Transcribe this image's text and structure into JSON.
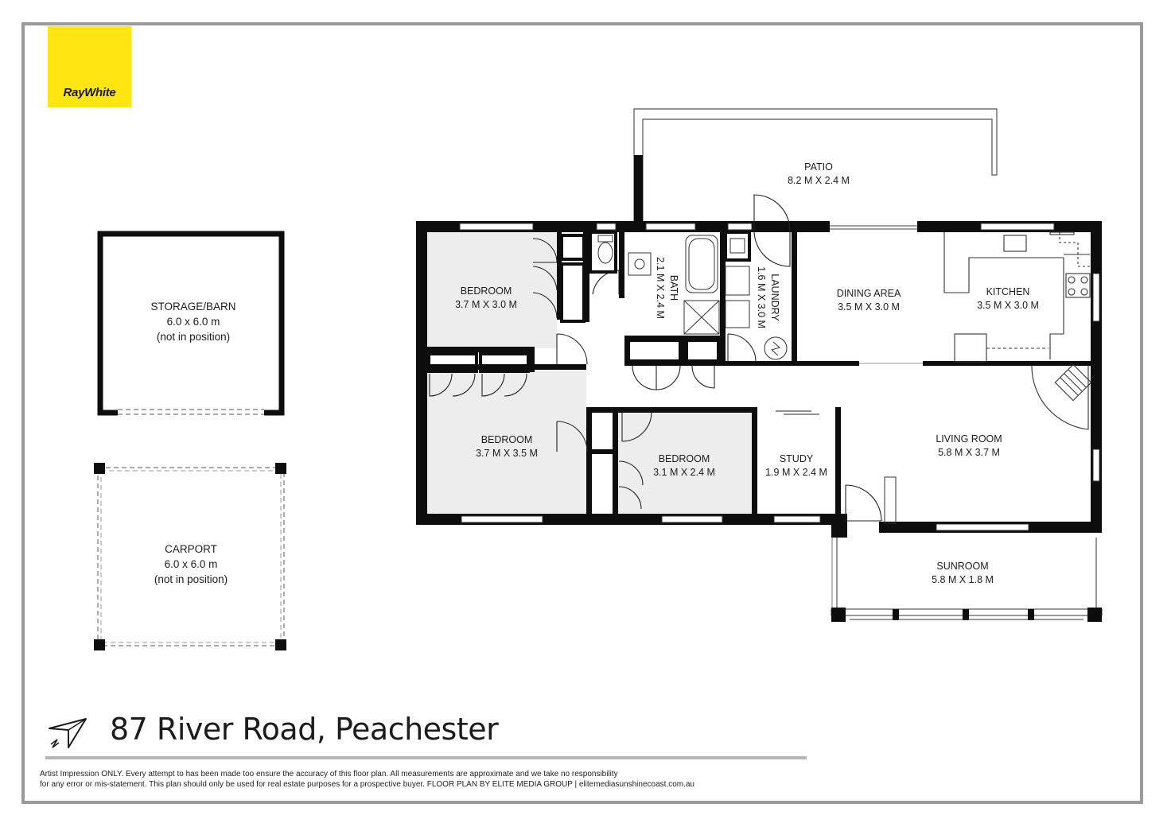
{
  "brand": {
    "name": "RayWhite",
    "color": "#ffe512"
  },
  "address": "87 River Road, Peachester",
  "disclaimer": {
    "line1": "Artist Impression ONLY. Every attempt to has been made too ensure the accuracy of this floor plan. All measurements are approximate and we take no responsibility",
    "line2": "for any error or mis-statement. This plan should only be used for real estate purposes for a prospective buyer. FLOOR PLAN BY ELITE MEDIA GROUP | elitemediasunshinecoast.com.au"
  },
  "rooms": {
    "patio": {
      "name": "PATIO",
      "size": "8.2 M X 2.4 M"
    },
    "bedroom1": {
      "name": "BEDROOM",
      "size": "3.7 M X 3.0 M"
    },
    "bedroom2": {
      "name": "BEDROOM",
      "size": "3.7 M X 3.5 M"
    },
    "bedroom3": {
      "name": "BEDROOM",
      "size": "3.1 M X 2.4 M"
    },
    "bath": {
      "name": "BATH",
      "size": "2.1 M X 2.4 M"
    },
    "laundry": {
      "name": "LAUNDRY",
      "size": "1.6 M X 3.0 M"
    },
    "dining": {
      "name": "DINING AREA",
      "size": "3.5 M X 3.0 M"
    },
    "kitchen": {
      "name": "KITCHEN",
      "size": "3.5 M X 3.0 M"
    },
    "living": {
      "name": "LIVING ROOM",
      "size": "5.8 M X 3.7 M"
    },
    "study": {
      "name": "STUDY",
      "size": "1.9 M X 2.4 M"
    },
    "sunroom": {
      "name": "SUNROOM",
      "size": "5.8 M X 1.8 M"
    },
    "storage": {
      "name": "STORAGE/BARN",
      "size": "6.0 x 6.0 m",
      "note": "(not in position)"
    },
    "carport": {
      "name": "CARPORT",
      "size": "6.0 x 6.0 m",
      "note": "(not in position)"
    }
  },
  "colors": {
    "wall": "#0d0d0d",
    "floor_shaded": "#ededed",
    "frame": "#9a9a9a",
    "rule": "#b5b5b5"
  },
  "icons": {
    "north": "north-arrow-icon"
  }
}
